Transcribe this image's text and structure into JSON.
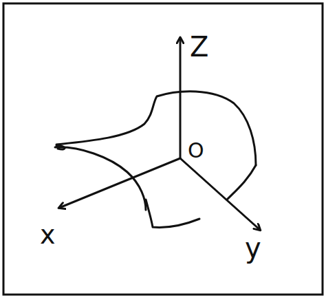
{
  "diagram": {
    "labels": [
      "Z",
      "O",
      "x",
      "y"
    ]
  }
}
